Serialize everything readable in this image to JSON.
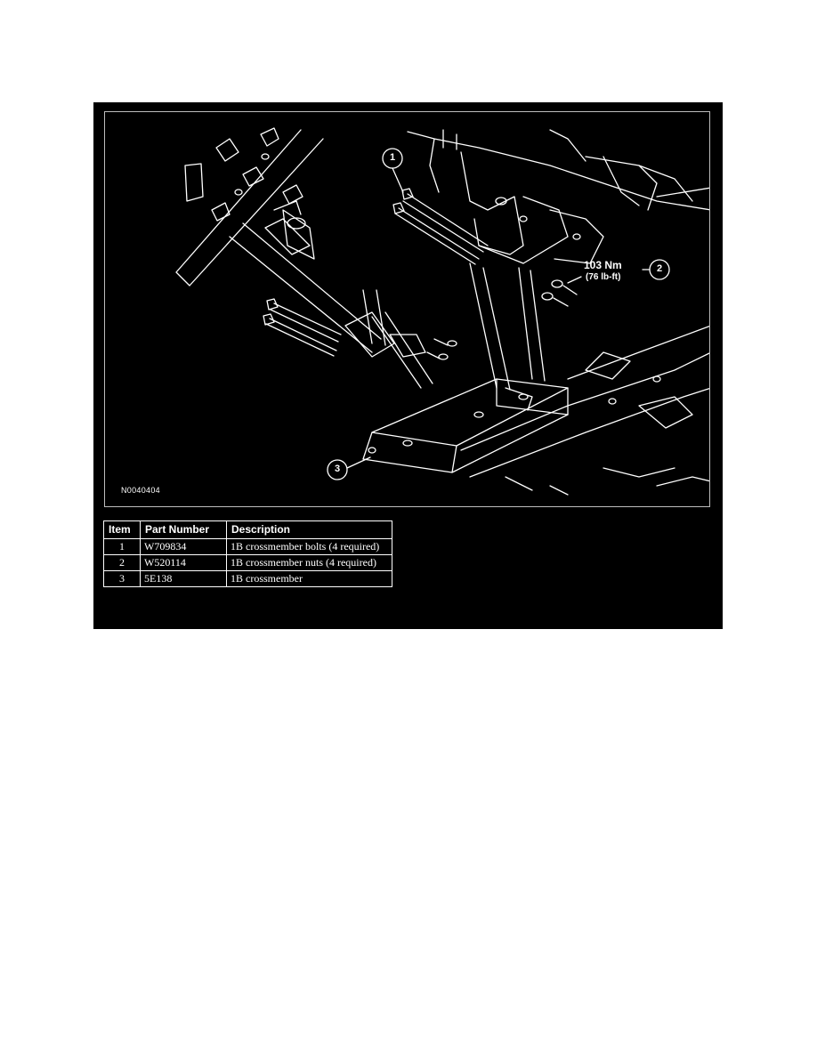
{
  "figure": {
    "figure_id": "N0040404",
    "callouts": [
      {
        "number": "1"
      },
      {
        "number": "2"
      },
      {
        "number": "3"
      }
    ],
    "torque_spec": {
      "metric": "103 Nm",
      "imperial": "(76 lb-ft)"
    }
  },
  "parts_table": {
    "headers": [
      "Item",
      "Part Number",
      "Description"
    ],
    "rows": [
      {
        "item": "1",
        "part_number": "W709834",
        "description": "1B crossmember bolts (4 required)"
      },
      {
        "item": "2",
        "part_number": "W520114",
        "description": "1B crossmember nuts (4 required)"
      },
      {
        "item": "3",
        "part_number": "5E138",
        "description": "1B crossmember"
      }
    ]
  },
  "colors": {
    "background": "#000000",
    "linework": "#ffffff",
    "frame": "#bdbdbd"
  }
}
